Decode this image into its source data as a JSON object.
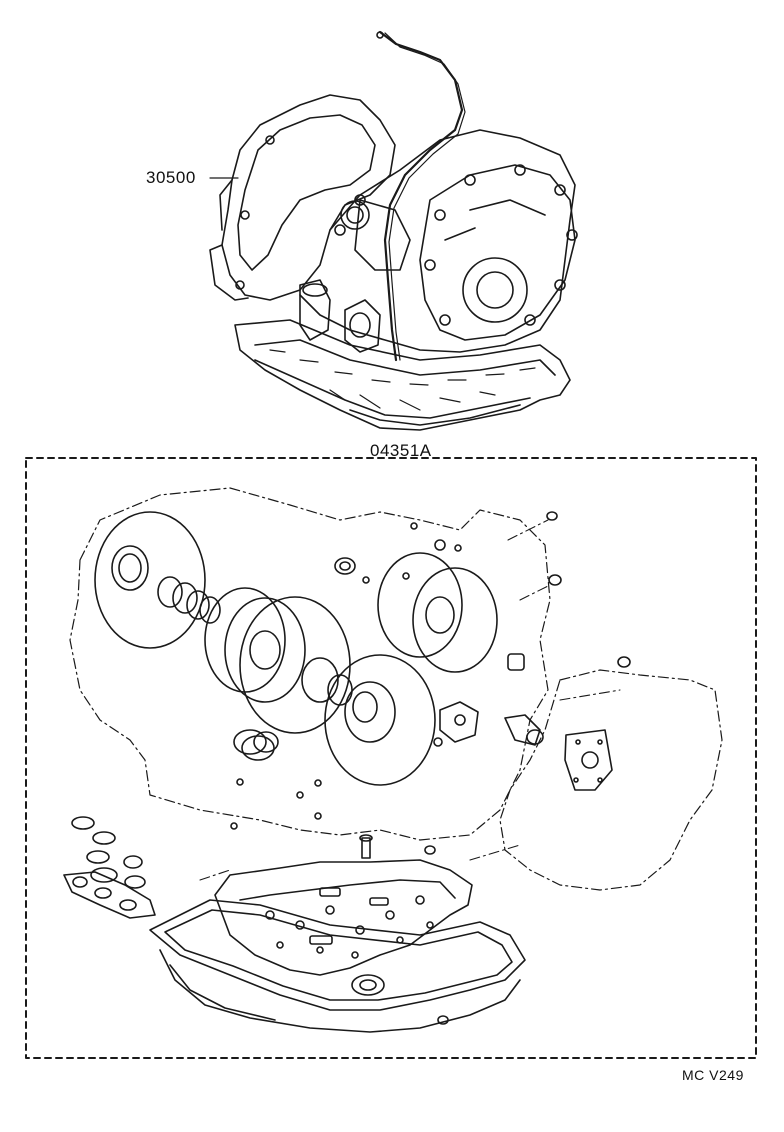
{
  "diagram": {
    "part_labels": {
      "transaxle_assembly": "30500",
      "overhaul_gasket_kit": "04351A"
    },
    "reference_code": "MC V249"
  },
  "colors": {
    "line": "#1a1a1a",
    "background": "#ffffff"
  }
}
